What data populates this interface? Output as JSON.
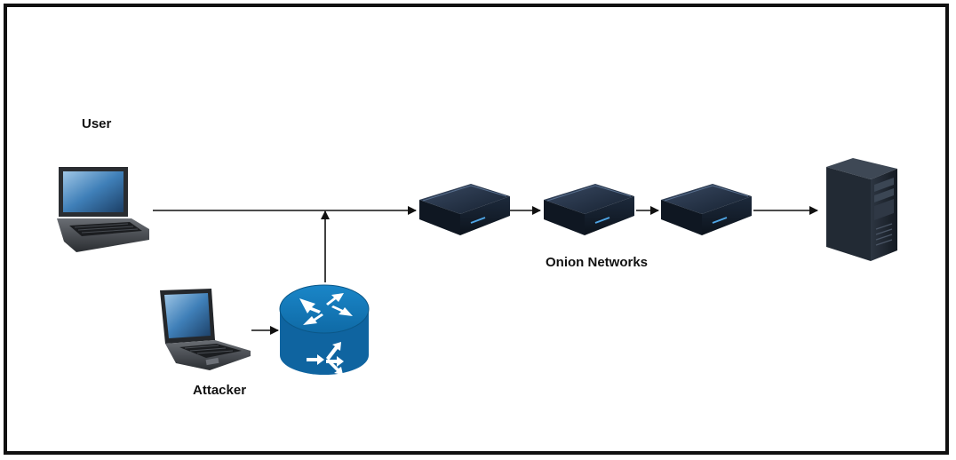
{
  "labels": {
    "user": "User",
    "attacker": "Attacker",
    "onion_networks": "Onion Networks"
  },
  "icons": {
    "user_device": "laptop-icon",
    "attacker_device": "laptop-icon",
    "router": "router-icon",
    "relay": "onion-relay-icon",
    "server": "server-tower-icon"
  },
  "colors": {
    "frame": "#111111",
    "router": "#1273b0",
    "relay_dark": "#1a2638",
    "server_dark": "#1e2630",
    "arrow": "#111111"
  }
}
